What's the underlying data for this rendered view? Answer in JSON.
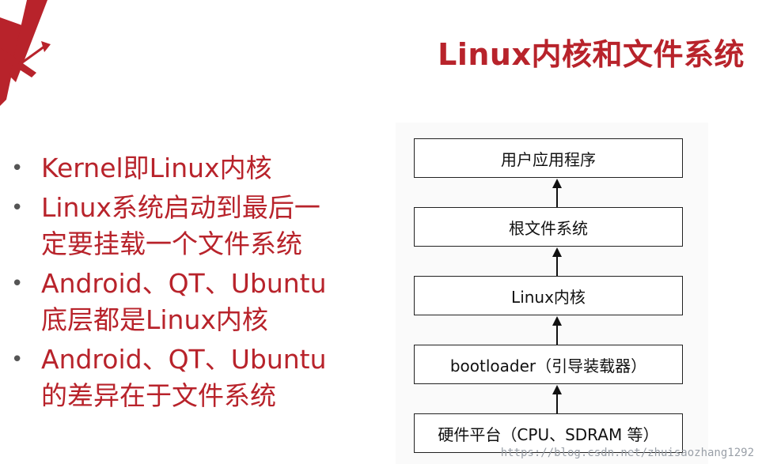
{
  "slide": {
    "title": "Linux内核和文件系统"
  },
  "bullets": [
    {
      "lines": [
        "Kernel即Linux内核"
      ]
    },
    {
      "lines": [
        "Linux系统启动到最后一",
        "定要挂载一个文件系统"
      ]
    },
    {
      "lines": [
        "Android、QT、Ubuntu",
        "底层都是Linux内核"
      ]
    },
    {
      "lines": [
        "Android、QT、Ubuntu",
        "的差异在于文件系统"
      ]
    }
  ],
  "diagram": {
    "layers": [
      "用户应用程序",
      "根文件系统",
      "Linux内核",
      "bootloader（引导装载器）",
      "硬件平台（CPU、SDRAM 等）"
    ]
  },
  "watermark": "https://blog.csdn.net/zhuisaozhang1292",
  "colors": {
    "accent": "#b8232b"
  }
}
